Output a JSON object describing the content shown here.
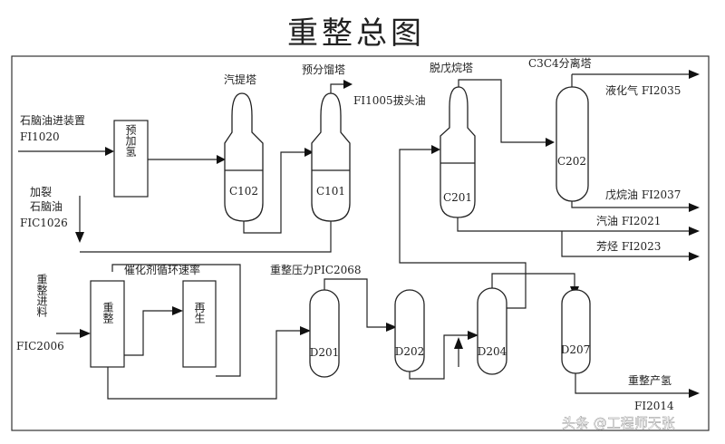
{
  "title": "重整总图",
  "vessels": {
    "c102": "C102",
    "c101": "C101",
    "c201": "C201",
    "c202": "C202",
    "d201": "D201",
    "d202": "D202",
    "d204": "D204",
    "d207": "D207"
  },
  "labels": {
    "stripper": "汽提塔",
    "prefrac": "预分馏塔",
    "depentanizer": "脱戊烷塔",
    "c3c4": "C3C4分离塔",
    "naphtha_in": "石脑油进装置",
    "fi1020": "FI1020",
    "prehydro": "预加氢",
    "hc_naphtha_1": "加裂",
    "hc_naphtha_2": "石脑油",
    "fic1026": "FIC1026",
    "reform_feed": "重整进料",
    "fic2006": "FIC2006",
    "catalyst_rate": "催化剂循环速率",
    "reformer": "重整",
    "regen": "再生",
    "reform_pressure": "重整压力PIC2068",
    "top_oil": "FI1005拔头油",
    "lpg": "液化气 FI2035",
    "pentane": "戊烷油 FI2037",
    "gasoline": "汽油 FI2021",
    "aromatics": "芳烃 FI2023",
    "h2_1": "重整产氢",
    "h2_2": "FI2014"
  },
  "watermark": "头条 @工程师天张"
}
